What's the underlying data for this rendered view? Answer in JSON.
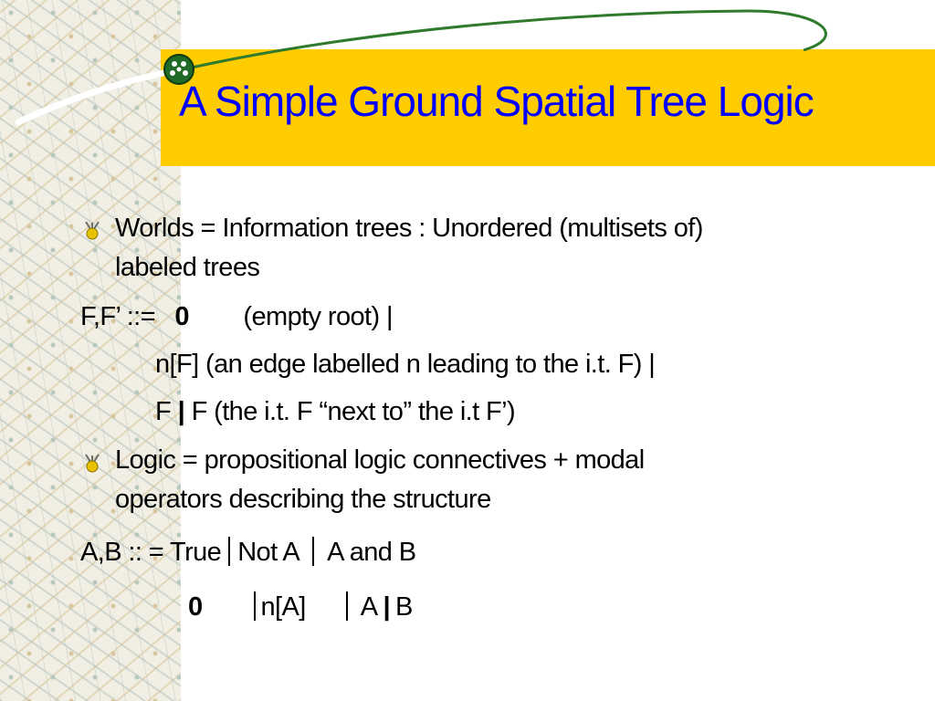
{
  "slide": {
    "title": "A Simple Ground Spatial Tree Logic",
    "bullet1": {
      "line1": "Worlds = Information trees : Unordered (multisets of)",
      "line2": "labeled trees"
    },
    "grammar_f": {
      "lhs": "F,F’ ::=",
      "zero": "0",
      "zero_desc": "(empty root) |",
      "edge": "n[F]  (an edge labelled n leading to the i.t. F) |",
      "comp_f": "F",
      "comp_bar": "|",
      "comp_rest": "F (the i.t. F “next to” the i.t F’)"
    },
    "bullet2": {
      "line1": "Logic = propositional logic connectives + modal",
      "line2": "operators describing the structure"
    },
    "grammar_ab": {
      "lhs": "A,B :: = True",
      "not": "Not A",
      "and": "A and B",
      "zero": "0",
      "edge": "n[A]",
      "comp_a": "A",
      "comp_bar": "|",
      "comp_b": "B"
    }
  },
  "colors": {
    "title": "#0000ff",
    "band": "#ffcc00",
    "text": "#000000"
  },
  "icons": {
    "bullet": "tree-node-bullet-icon",
    "logo": "tree-logo-icon"
  }
}
